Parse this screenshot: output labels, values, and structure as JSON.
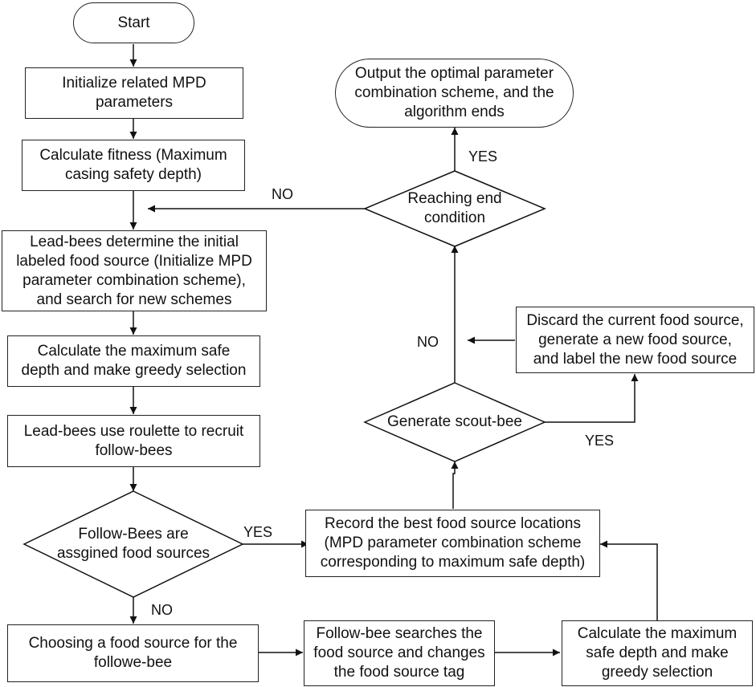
{
  "nodes": {
    "start": "Start",
    "init_params": "Initialize related MPD\nparameters",
    "calc_fitness": "Calculate fitness (Maximum\ncasing safety depth)",
    "lead_bees_init": "Lead-bees determine the initial\nlabeled food source (Initialize MPD\nparameter combination scheme),\nand search for new schemes",
    "calc_max_safe_1": "Calculate the maximum safe\ndepth and make greedy selection",
    "roulette": "Lead-bees use roulette to recruit\nfollow-bees",
    "follow_assigned": "Follow-Bees are\nassgined food sources",
    "choose_source": "Choosing a food source for the\nfollowe-bee",
    "follow_search": "Follow-bee searches the\nfood source and changes\nthe food source tag",
    "calc_max_safe_2": "Calculate the maximum\nsafe depth and make\ngreedy selection",
    "record_best": "Record the best food source locations\n(MPD parameter combination scheme\ncorresponding to maximum safe depth)",
    "scout_bee": "Generate scout-bee",
    "discard": "Discard the current food source,\ngenerate a new food source,\nand label the new food source",
    "end_condition": "Reaching end\ncondition",
    "output": "Output the optimal parameter\ncombination scheme, and the\nalgorithm ends"
  },
  "labels": {
    "no_end": "NO",
    "yes_end": "YES",
    "no_scout": "NO",
    "yes_scout": "YES",
    "yes_assigned": "YES",
    "no_assigned": "NO"
  }
}
